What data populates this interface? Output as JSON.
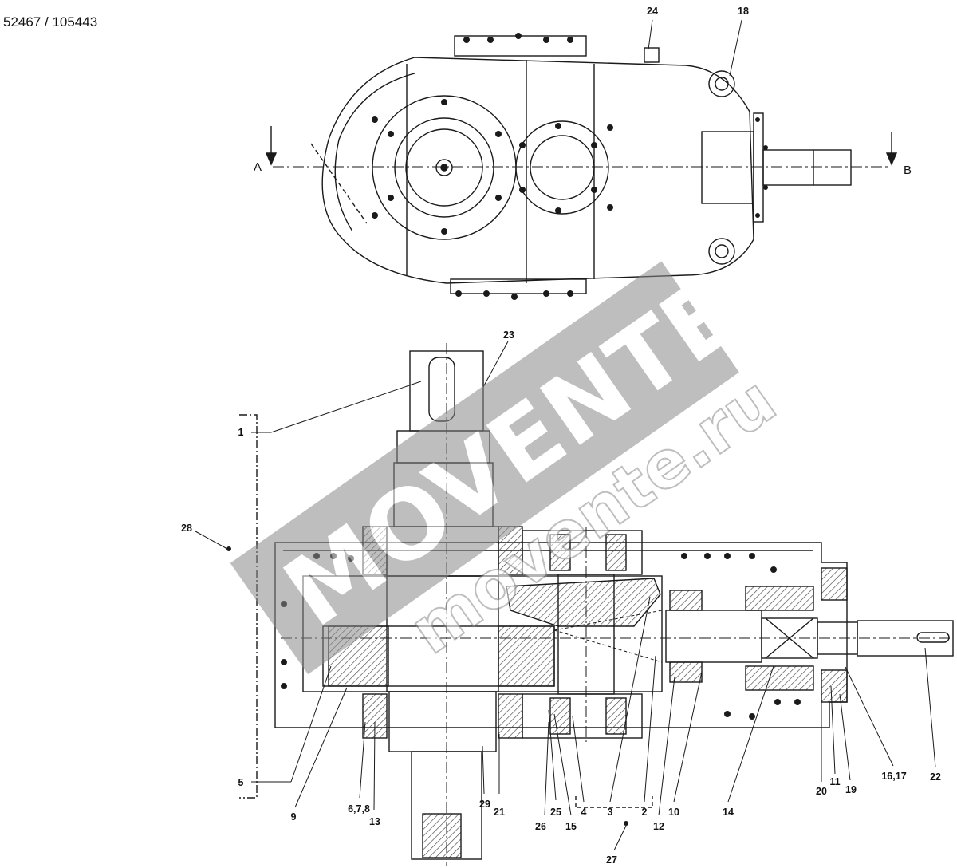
{
  "doc_id": "52467 / 105443",
  "section_markers": {
    "a": "A",
    "b": "B"
  },
  "watermark": {
    "logo_text": "MOVENTE",
    "url_text": "movente.ru"
  },
  "callouts": {
    "c1": "1",
    "c2": "2",
    "c3": "3",
    "c4": "4",
    "c5": "5",
    "c678": "6,7,8",
    "c9": "9",
    "c10": "10",
    "c11": "11",
    "c12": "12",
    "c13": "13",
    "c14": "14",
    "c15": "15",
    "c1617": "16,17",
    "c18": "18",
    "c19": "19",
    "c20": "20",
    "c21": "21",
    "c22": "22",
    "c23": "23",
    "c24": "24",
    "c25": "25",
    "c26": "26",
    "c27": "27",
    "c28": "28",
    "c29": "29"
  },
  "colors": {
    "line": "#1a1a1a",
    "hatch": "#555555",
    "watermark": "#8a8a8a"
  }
}
